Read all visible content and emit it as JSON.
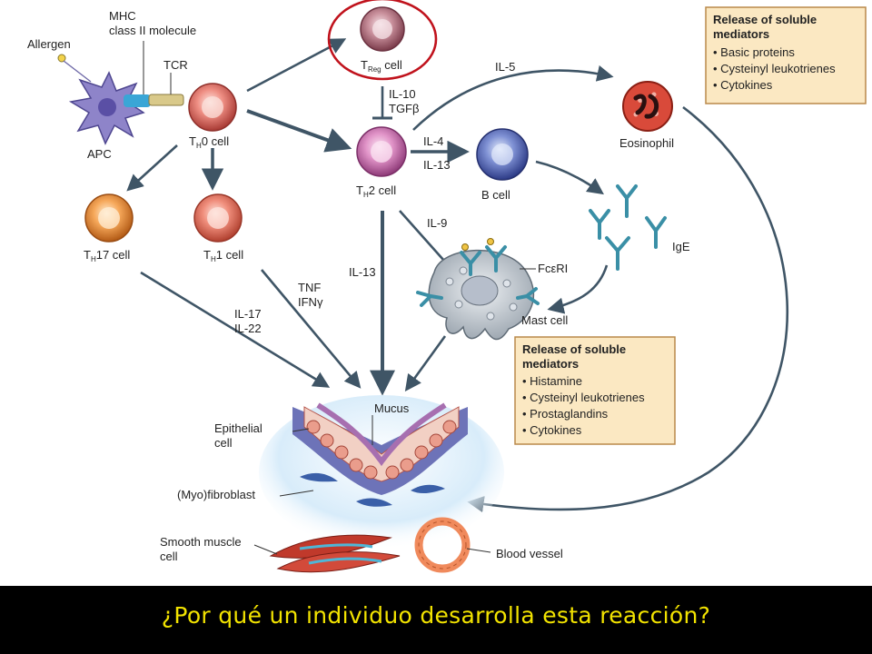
{
  "labels": {
    "allergen": "Allergen",
    "mhc_line1": "MHC",
    "mhc_line2": "class II molecule",
    "tcr": "TCR",
    "apc": "APC",
    "treg_main": "T",
    "treg_sub": "Reg",
    "treg_tail": " cell",
    "th0_main": "T",
    "th0_sub": "H",
    "th0_tail": "0 cell",
    "th2_main": "T",
    "th2_sub": "H",
    "th2_tail": "2 cell",
    "th17_main": "T",
    "th17_sub": "H",
    "th17_tail": "17 cell",
    "th1_main": "T",
    "th1_sub": "H",
    "th1_tail": "1 cell",
    "b_cell": "B cell",
    "eosinophil": "Eosinophil",
    "ige": "IgE",
    "fceri": "FcεRI",
    "mast_cell": "Mast cell",
    "il10": "IL-10",
    "tgfb": "TGFβ",
    "il4": "IL-4",
    "il13_b": "IL-13",
    "il5": "IL-5",
    "il9": "IL-9",
    "il13_mucus": "IL-13",
    "tnf": "TNF",
    "ifng": "IFNγ",
    "il17": "IL-17",
    "il22": "IL-22",
    "mucus": "Mucus",
    "epithelial_1": "Epithelial",
    "epithelial_2": "cell",
    "myofibroblast": "(Myo)fibroblast",
    "smooth_1": "Smooth muscle",
    "smooth_2": "cell",
    "blood_vessel": "Blood vessel"
  },
  "box_top": {
    "title_1": "Release of soluble",
    "title_2": "mediators",
    "items": [
      "Basic proteins",
      "Cysteinyl leukotrienes",
      "Cytokines"
    ]
  },
  "box_bottom": {
    "title_1": "Release of soluble",
    "title_2": "mediators",
    "items": [
      "Histamine",
      "Cysteinyl leukotrienes",
      "Prostaglandins",
      "Cytokines"
    ]
  },
  "caption": "¿Por qué un individuo desarrolla esta reacción?",
  "colors": {
    "arrow": "#3f5566",
    "highlight_ring": "#c0121c",
    "box_fill": "#fbe8c2",
    "box_border": "#b9894a",
    "caption_text": "#f2e300"
  }
}
